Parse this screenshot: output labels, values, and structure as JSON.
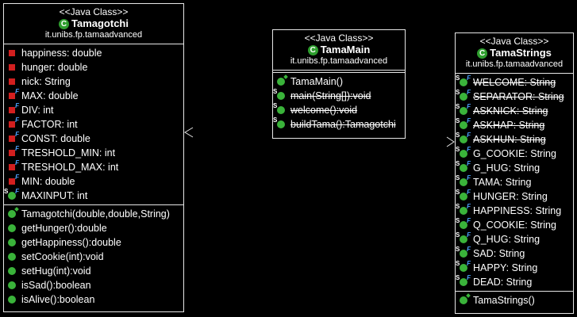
{
  "classes": {
    "tamagotchi": {
      "stereotype": "<<Java Class>>",
      "name": "Tamagotchi",
      "package": "it.unibs.fp.tamaadvanced",
      "attributes": [
        {
          "text": "happiness: double",
          "icon": "private-field",
          "final": false,
          "static": false,
          "strike": false
        },
        {
          "text": "hunger: double",
          "icon": "private-field",
          "final": false,
          "static": false,
          "strike": false
        },
        {
          "text": "nick: String",
          "icon": "private-field",
          "final": false,
          "static": false,
          "strike": false
        },
        {
          "text": "MAX: double",
          "icon": "private-field",
          "final": true,
          "static": false,
          "strike": false
        },
        {
          "text": "DIV: int",
          "icon": "private-field",
          "final": true,
          "static": false,
          "strike": false
        },
        {
          "text": "FACTOR: int",
          "icon": "private-field",
          "final": true,
          "static": false,
          "strike": false
        },
        {
          "text": "CONST: double",
          "icon": "private-field",
          "final": true,
          "static": false,
          "strike": false
        },
        {
          "text": "TRESHOLD_MIN: int",
          "icon": "private-field",
          "final": true,
          "static": false,
          "strike": false
        },
        {
          "text": "TRESHOLD_MAX: int",
          "icon": "private-field",
          "final": true,
          "static": false,
          "strike": false
        },
        {
          "text": "MIN: double",
          "icon": "private-field",
          "final": true,
          "static": false,
          "strike": false
        },
        {
          "text": "MAXINPUT: int",
          "icon": "public-field",
          "final": true,
          "static": true,
          "strike": false
        }
      ],
      "methods": [
        {
          "text": "Tamagotchi(double,double,String)",
          "icon": "constructor",
          "static": false,
          "strike": false
        },
        {
          "text": "getHunger():double",
          "icon": "public-method",
          "static": false,
          "strike": false
        },
        {
          "text": "getHappiness():double",
          "icon": "public-method",
          "static": false,
          "strike": false
        },
        {
          "text": "setCookie(int):void",
          "icon": "public-method",
          "static": false,
          "strike": false
        },
        {
          "text": "setHug(int):void",
          "icon": "public-method",
          "static": false,
          "strike": false
        },
        {
          "text": "isSad():boolean",
          "icon": "public-method",
          "static": false,
          "strike": false
        },
        {
          "text": "isAlive():boolean",
          "icon": "public-method",
          "static": false,
          "strike": false
        }
      ]
    },
    "tamamain": {
      "stereotype": "<<Java Class>>",
      "name": "TamaMain",
      "package": "it.unibs.fp.tamaadvanced",
      "attributes": [],
      "methods": [
        {
          "text": "TamaMain()",
          "icon": "constructor",
          "static": false,
          "strike": false
        },
        {
          "text": "main(String[]):void",
          "icon": "public-method",
          "static": true,
          "strike": true
        },
        {
          "text": "welcome():void",
          "icon": "public-method",
          "static": true,
          "strike": true
        },
        {
          "text": "buildTama():Tamagotchi",
          "icon": "public-method",
          "static": true,
          "strike": true
        }
      ]
    },
    "tamastrings": {
      "stereotype": "<<Java Class>>",
      "name": "TamaStrings",
      "package": "it.unibs.fp.tamaadvanced",
      "attributes": [
        {
          "text": "WELCOME: String",
          "icon": "public-field",
          "final": true,
          "static": true,
          "strike": true
        },
        {
          "text": "SEPARATOR: String",
          "icon": "public-field",
          "final": true,
          "static": true,
          "strike": true
        },
        {
          "text": "ASKNICK: String",
          "icon": "public-field",
          "final": true,
          "static": true,
          "strike": true
        },
        {
          "text": "ASKHAP: String",
          "icon": "public-field",
          "final": true,
          "static": true,
          "strike": true
        },
        {
          "text": "ASKHUN: String",
          "icon": "public-field",
          "final": true,
          "static": true,
          "strike": true
        },
        {
          "text": "G_COOKIE: String",
          "icon": "public-field",
          "final": true,
          "static": true,
          "strike": false
        },
        {
          "text": "G_HUG: String",
          "icon": "public-field",
          "final": true,
          "static": true,
          "strike": false
        },
        {
          "text": "TAMA: String",
          "icon": "public-field",
          "final": true,
          "static": true,
          "strike": false
        },
        {
          "text": "HUNGER: String",
          "icon": "public-field",
          "final": true,
          "static": true,
          "strike": false
        },
        {
          "text": "HAPPINESS: String",
          "icon": "public-field",
          "final": true,
          "static": true,
          "strike": false
        },
        {
          "text": "Q_COOKIE: String",
          "icon": "public-field",
          "final": true,
          "static": true,
          "strike": false
        },
        {
          "text": "Q_HUG: String",
          "icon": "public-field",
          "final": true,
          "static": true,
          "strike": false
        },
        {
          "text": "SAD: String",
          "icon": "public-field",
          "final": true,
          "static": true,
          "strike": false
        },
        {
          "text": "HAPPY: String",
          "icon": "public-field",
          "final": true,
          "static": true,
          "strike": false
        },
        {
          "text": "DEAD: String",
          "icon": "public-field",
          "final": true,
          "static": true,
          "strike": false
        }
      ],
      "methods": [
        {
          "text": "TamaStrings()",
          "icon": "constructor",
          "static": false,
          "strike": false
        }
      ]
    }
  },
  "icons": {
    "class_glyph": "C",
    "final_glyph": "F",
    "static_glyph": "S"
  },
  "colors": {
    "private_field": "#d21f1f",
    "public_member": "#3ab33a",
    "final_marker": "#4da3ff"
  }
}
